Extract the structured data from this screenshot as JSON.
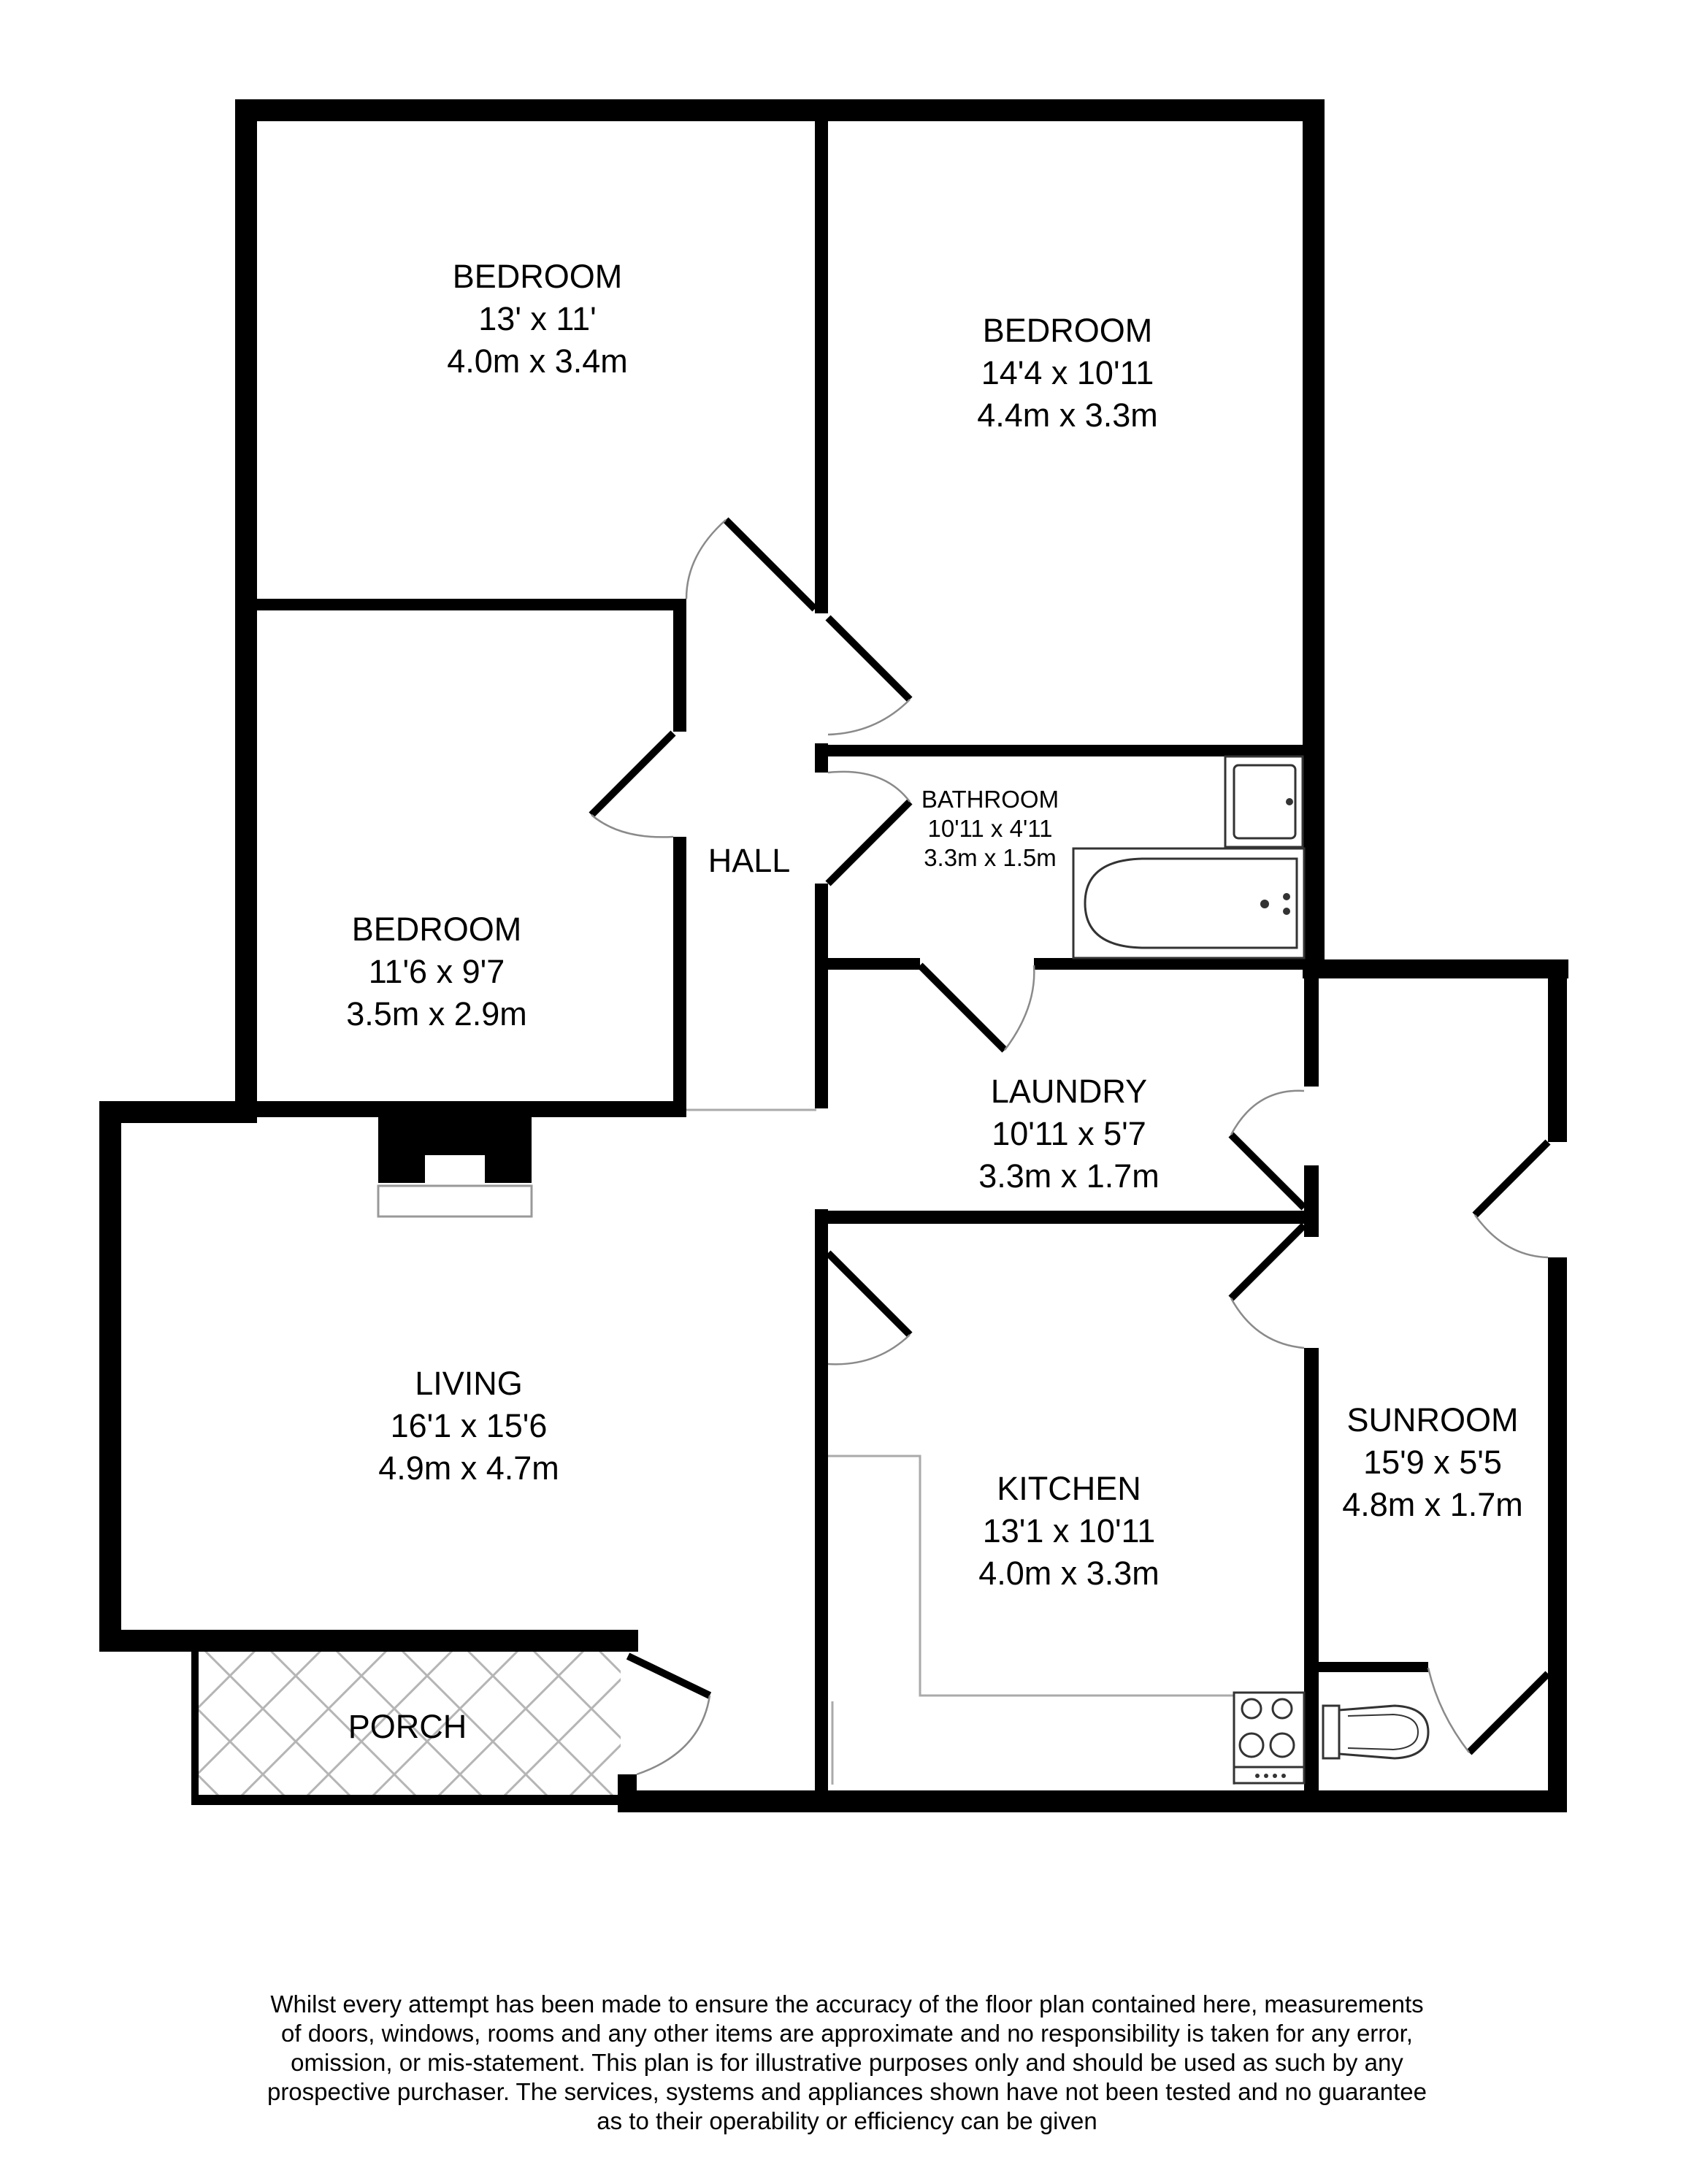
{
  "rooms": {
    "bedroom1": {
      "name": "BEDROOM",
      "imperial": "13' x 11'",
      "metric": "4.0m x 3.4m"
    },
    "bedroom2": {
      "name": "BEDROOM",
      "imperial": "14'4 x 10'11",
      "metric": "4.4m x 3.3m"
    },
    "bedroom3": {
      "name": "BEDROOM",
      "imperial": "11'6 x 9'7",
      "metric": "3.5m x 2.9m"
    },
    "hall": {
      "name": "HALL"
    },
    "bathroom": {
      "name": "BATHROOM",
      "imperial": "10'11 x 4'11",
      "metric": "3.3m x 1.5m"
    },
    "laundry": {
      "name": "LAUNDRY",
      "imperial": "10'11 x 5'7",
      "metric": "3.3m x 1.7m"
    },
    "living": {
      "name": "LIVING",
      "imperial": "16'1 x 15'6",
      "metric": "4.9m x 4.7m"
    },
    "kitchen": {
      "name": "KITCHEN",
      "imperial": "13'1 x 10'11",
      "metric": "4.0m x 3.3m"
    },
    "sunroom": {
      "name": "SUNROOM",
      "imperial": "15'9 x 5'5",
      "metric": "4.8m x 1.7m"
    },
    "porch": {
      "name": "PORCH"
    }
  },
  "disclaimer": "Whilst every attempt has been made to ensure the accuracy of the floor plan contained here, measurements of doors, windows, rooms and any other items are approximate and no responsibility is taken for any error, omission, or mis-statement. This plan is for illustrative purposes only and should be used as such by any prospective purchaser. The services, systems and appliances shown have not been tested and no guarantee as to their operability or efficiency can be given"
}
